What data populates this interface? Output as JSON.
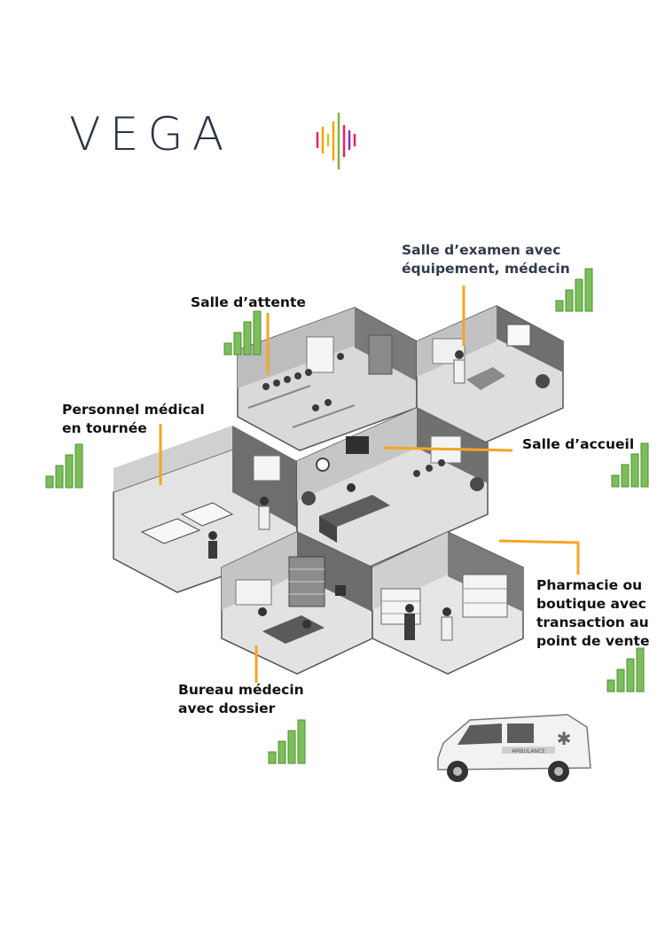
{
  "brand": {
    "name": "VEGA",
    "wordmark_color": "#2c3447",
    "wave_colors": [
      "#e91e63",
      "#f4a300",
      "#7cb342",
      "#9c27b0"
    ]
  },
  "labels": {
    "exam_room": [
      "Salle d’examen avec",
      "équipement, médecin"
    ],
    "waiting_room": [
      "Salle d’attente"
    ],
    "mobile_staff": [
      "Personnel médical",
      "en tournée"
    ],
    "reception": [
      "Salle d’accueil"
    ],
    "pharmacy": [
      "Pharmacie ou",
      "boutique avec",
      "transaction au",
      "point de vente"
    ],
    "doctor_office": [
      "Bureau médecin",
      "avec dossier"
    ]
  },
  "ambulance": {
    "sign": "AMBULANCE"
  },
  "colors": {
    "signal_bar": "#7cbf5a",
    "signal_bar_stroke": "#4e8f35",
    "leader_line": "#f5a623",
    "building_wall": "#cfcfcf",
    "building_dark": "#6e6e6e"
  }
}
